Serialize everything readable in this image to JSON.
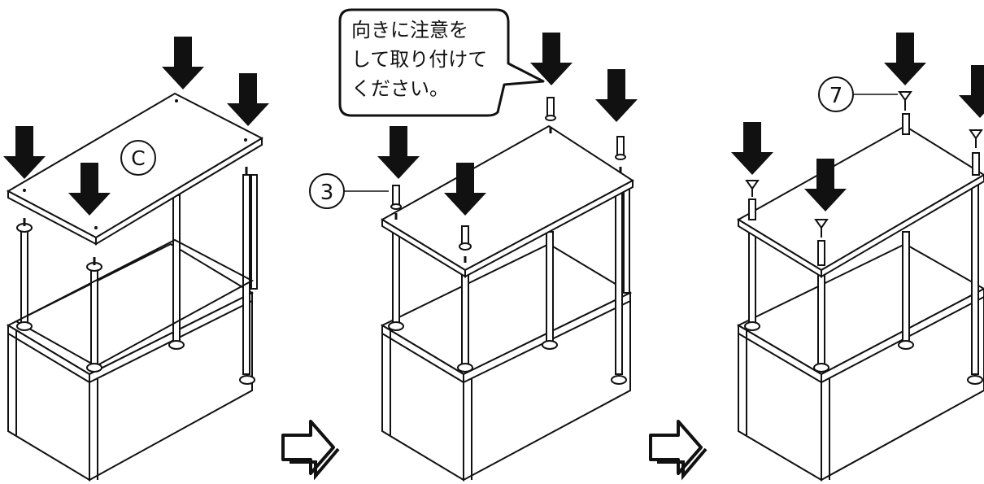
{
  "colors": {
    "ink": "#111111",
    "paper": "#ffffff"
  },
  "icons": {
    "down_arrow": "down-arrow-icon",
    "step_arrow": "right-outline-arrow-icon"
  },
  "steps": [
    {
      "part_label": "C"
    },
    {
      "part_label": "3",
      "note": [
        "向きに注意を",
        "して取り付けて",
        "ください。"
      ]
    },
    {
      "part_label": "7"
    }
  ]
}
